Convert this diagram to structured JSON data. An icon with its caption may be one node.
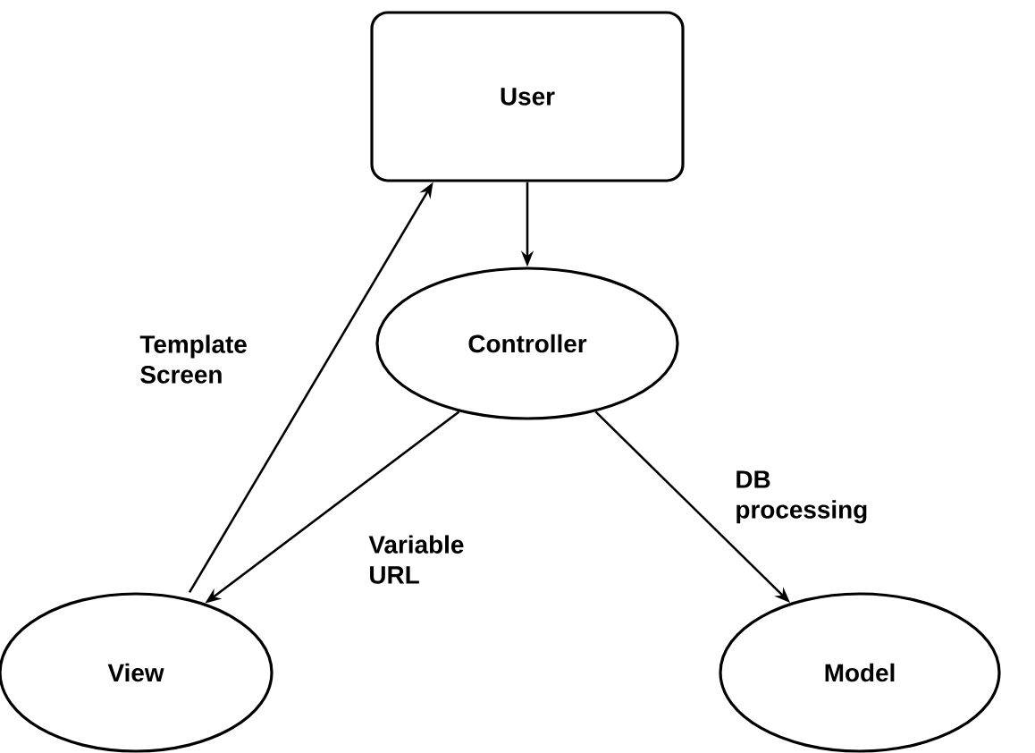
{
  "diagram": {
    "nodes": [
      {
        "text": [
          "User"
        ]
      },
      {
        "text": [
          "Controller"
        ]
      },
      {
        "text": [
          "View"
        ]
      },
      {
        "text": [
          "Model"
        ]
      }
    ],
    "edges": [
      {
        "from": 0,
        "to": 1,
        "arrow": "to"
      },
      {
        "from": 1,
        "to": 2,
        "arrow": "to",
        "label": "Variable URL"
      },
      {
        "from": 1,
        "to": 3,
        "arrow": "to",
        "label": "DB processing"
      },
      {
        "from": 2,
        "to": 0,
        "arrow": "to",
        "label": "Template Screen"
      }
    ]
  }
}
